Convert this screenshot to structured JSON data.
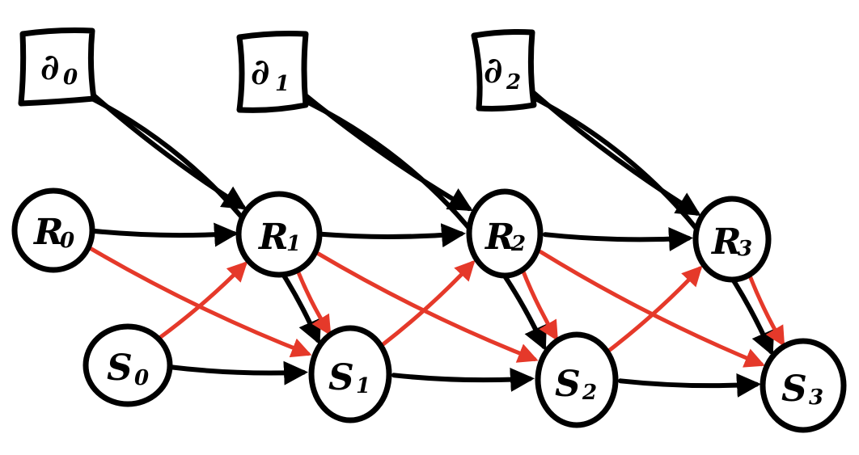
{
  "colors": {
    "ink": "#000000",
    "highlight": "#e5392a",
    "background": "#ffffff"
  },
  "nodes": {
    "a0": {
      "symbol": "∂",
      "sub": "0"
    },
    "a1": {
      "symbol": "∂",
      "sub": "1"
    },
    "a2": {
      "symbol": "∂",
      "sub": "2"
    },
    "r0": {
      "symbol": "R",
      "sub": "0"
    },
    "r1": {
      "symbol": "R",
      "sub": "1"
    },
    "r2": {
      "symbol": "R",
      "sub": "2"
    },
    "r3": {
      "symbol": "R",
      "sub": "3"
    },
    "s0": {
      "symbol": "S",
      "sub": "0"
    },
    "s1": {
      "symbol": "S",
      "sub": "1"
    },
    "s2": {
      "symbol": "S",
      "sub": "2"
    },
    "s3": {
      "symbol": "S",
      "sub": "3"
    }
  },
  "edges": [
    {
      "from": "a0",
      "to": "r1",
      "color": "ink"
    },
    {
      "from": "a0",
      "to": "s1",
      "color": "ink"
    },
    {
      "from": "a1",
      "to": "r2",
      "color": "ink"
    },
    {
      "from": "a1",
      "to": "s2",
      "color": "ink"
    },
    {
      "from": "a2",
      "to": "r3",
      "color": "ink"
    },
    {
      "from": "a2",
      "to": "s3",
      "color": "ink"
    },
    {
      "from": "r0",
      "to": "r1",
      "color": "ink"
    },
    {
      "from": "r1",
      "to": "r2",
      "color": "ink"
    },
    {
      "from": "r2",
      "to": "r3",
      "color": "ink"
    },
    {
      "from": "s0",
      "to": "s1",
      "color": "ink"
    },
    {
      "from": "s1",
      "to": "s2",
      "color": "ink"
    },
    {
      "from": "s2",
      "to": "s3",
      "color": "ink"
    },
    {
      "from": "r0",
      "to": "s1",
      "color": "highlight"
    },
    {
      "from": "r1",
      "to": "s1",
      "color": "highlight"
    },
    {
      "from": "r1",
      "to": "s2",
      "color": "highlight"
    },
    {
      "from": "r2",
      "to": "s2",
      "color": "highlight"
    },
    {
      "from": "r2",
      "to": "s3",
      "color": "highlight"
    },
    {
      "from": "r3",
      "to": "s3",
      "color": "highlight"
    },
    {
      "from": "s0",
      "to": "r1",
      "color": "highlight"
    },
    {
      "from": "s1",
      "to": "r2",
      "color": "highlight"
    },
    {
      "from": "s2",
      "to": "r3",
      "color": "highlight"
    }
  ]
}
